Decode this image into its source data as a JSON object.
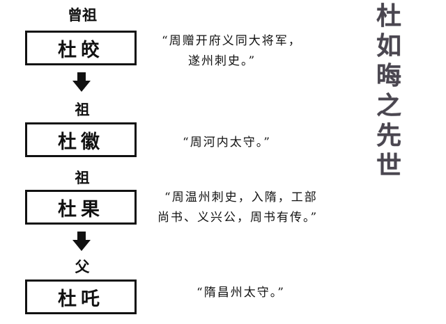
{
  "generations": [
    {
      "relation": "曾祖",
      "name": "杜皎",
      "quote_lines": [
        "“周赠开府义同大将军，",
        "遂州刺史。”"
      ]
    },
    {
      "relation": "祖",
      "name": "杜徽",
      "quote_lines": [
        "“周河内太守。”"
      ]
    },
    {
      "relation": "祖",
      "name": "杜果",
      "quote_lines": [
        "“周温州刺史，入隋，工部",
        "尚书、义兴公，周书有传。”"
      ]
    },
    {
      "relation": "父",
      "name": "杜吒",
      "quote_lines": [
        "“隋昌州太守。”"
      ]
    }
  ],
  "title_chars": [
    "杜",
    "如",
    "晦",
    "之",
    "先",
    "世"
  ],
  "colors": {
    "title": "#4a4650",
    "box_border": "#111111",
    "arrow": "#111111"
  }
}
